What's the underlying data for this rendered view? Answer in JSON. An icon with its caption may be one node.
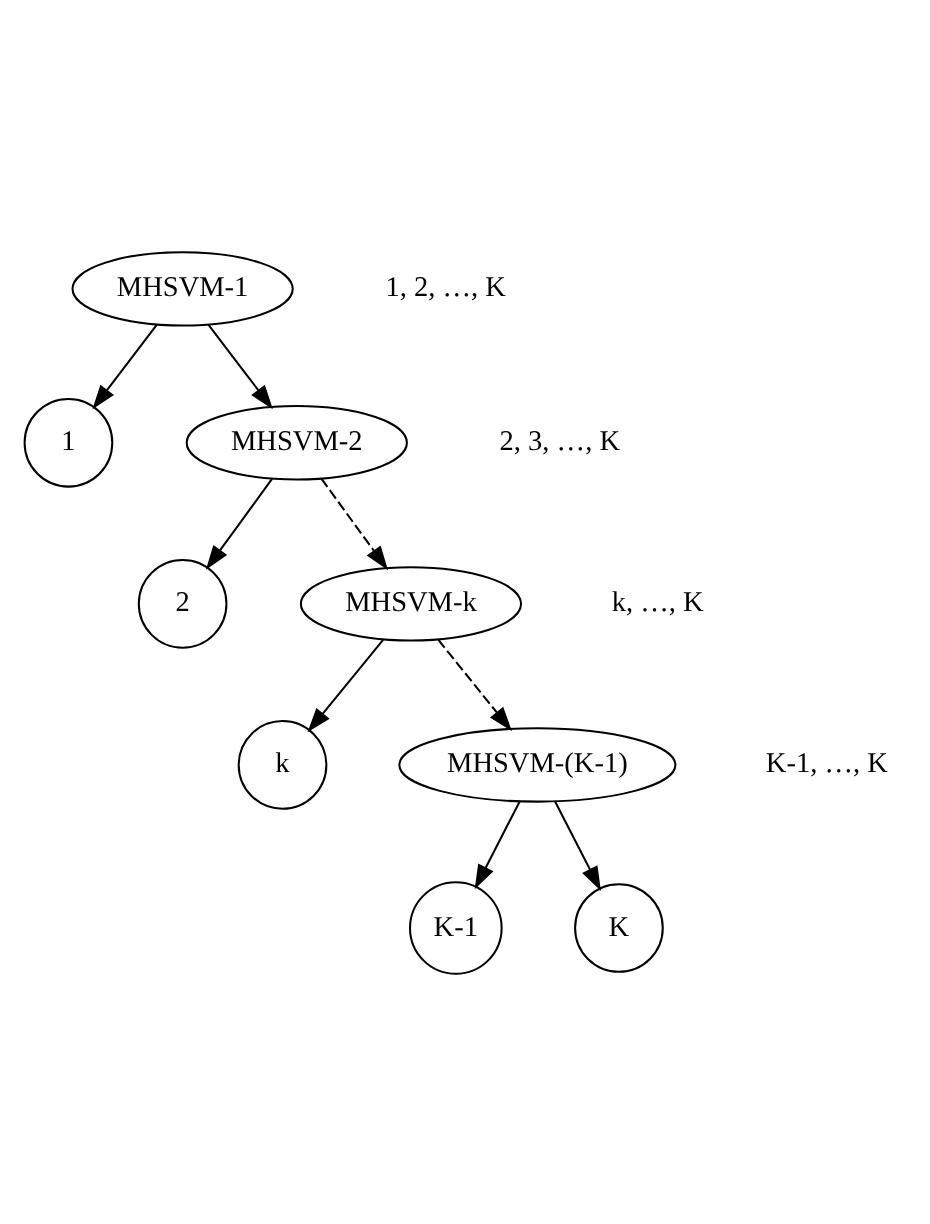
{
  "diagram": {
    "nodes": [
      {
        "text": [
          "MHSVM-1"
        ],
        "beside": [
          "1, 2, …, K"
        ]
      },
      {
        "text": [
          "1"
        ]
      },
      {
        "text": [
          "MHSVM-2"
        ],
        "beside": [
          "2, 3, …, K"
        ]
      },
      {
        "text": [
          "2"
        ]
      },
      {
        "text": [
          "MHSVM-k"
        ],
        "beside": [
          "k, …, K"
        ]
      },
      {
        "text": [
          "k"
        ]
      },
      {
        "text": [
          "MHSVM-(K-1)"
        ],
        "beside": [
          "K-1, …, K"
        ]
      },
      {
        "text": [
          "K-1"
        ]
      },
      {
        "text": [
          "K"
        ]
      }
    ],
    "edges": [
      {
        "from": 0,
        "to": 1,
        "arrow": "to"
      },
      {
        "from": 0,
        "to": 2,
        "arrow": "to"
      },
      {
        "from": 2,
        "to": 3,
        "arrow": "to"
      },
      {
        "from": 2,
        "to": 4,
        "arrow": "to",
        "style": "dashed"
      },
      {
        "from": 4,
        "to": 5,
        "arrow": "to"
      },
      {
        "from": 4,
        "to": 6,
        "arrow": "to",
        "style": "dashed"
      },
      {
        "from": 6,
        "to": 7,
        "arrow": "to"
      },
      {
        "from": 6,
        "to": 8,
        "arrow": "to"
      }
    ]
  }
}
